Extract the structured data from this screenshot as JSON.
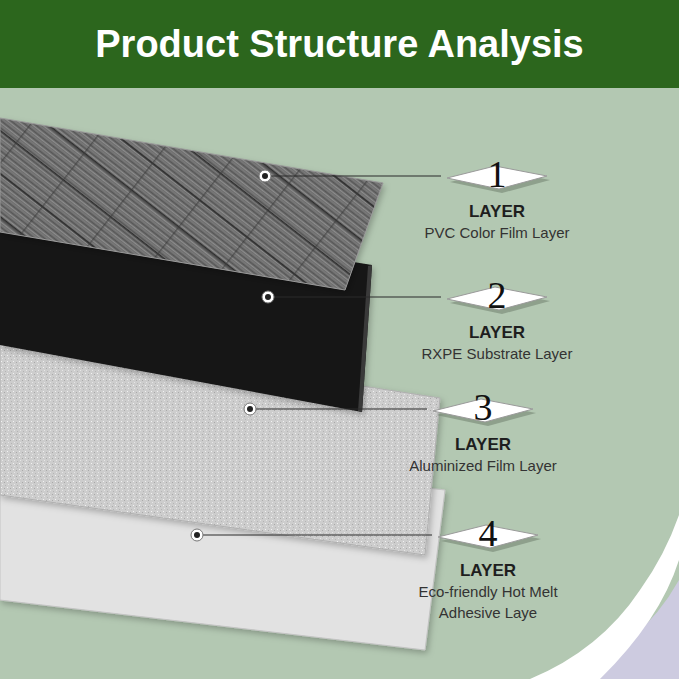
{
  "diagram": {
    "title": "Product Structure Analysis",
    "nodes": [
      {
        "text": [
          "1",
          "LAYER",
          "PVC Color Film Layer"
        ]
      },
      {
        "text": [
          "2",
          "LAYER",
          "RXPE Substrate Layer"
        ]
      },
      {
        "text": [
          "3",
          "LAYER",
          "Aluminized Film Layer"
        ]
      },
      {
        "text": [
          "4",
          "LAYER",
          "Eco-friendly Hot Melt Adhesive Laye"
        ]
      }
    ]
  }
}
